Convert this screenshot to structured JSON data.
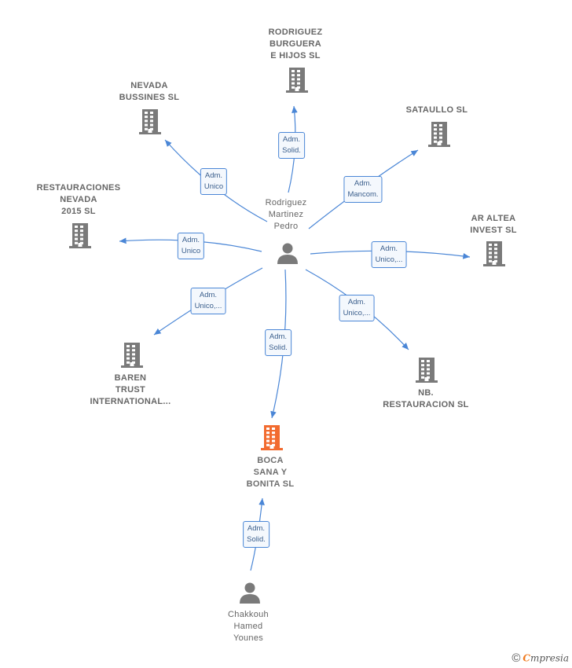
{
  "colors": {
    "edge": "#4a86d6",
    "company": "#7a7a7a",
    "company_focus": "#f26b2f",
    "person": "#7a7a7a"
  },
  "nodes": [
    {
      "id": "rodriguez-pedro",
      "type": "person",
      "lines": [
        "Rodriguez",
        "Martinez",
        "Pedro"
      ]
    },
    {
      "id": "rodriguez-burguera",
      "type": "company",
      "lines": [
        "RODRIGUEZ",
        "BURGUERA",
        "E HIJOS  SL"
      ]
    },
    {
      "id": "nevada-bussines",
      "type": "company",
      "lines": [
        "NEVADA",
        "BUSSINES SL"
      ]
    },
    {
      "id": "sataullo",
      "type": "company",
      "lines": [
        "SATAULLO SL"
      ]
    },
    {
      "id": "restauraciones-nevada",
      "type": "company",
      "lines": [
        "RESTAURACIONES",
        "NEVADA",
        "2015  SL"
      ]
    },
    {
      "id": "ar-altea",
      "type": "company",
      "lines": [
        "AR ALTEA",
        "INVEST  SL"
      ]
    },
    {
      "id": "baren-trust",
      "type": "company",
      "lines": [
        "BAREN",
        "TRUST",
        "INTERNATIONAL..."
      ]
    },
    {
      "id": "nb-restauracion",
      "type": "company",
      "lines": [
        "NB.",
        "RESTAURACION SL"
      ]
    },
    {
      "id": "boca-sana",
      "type": "company",
      "focus": true,
      "lines": [
        "BOCA",
        "SANA Y",
        "BONITA  SL"
      ]
    },
    {
      "id": "chakkouh",
      "type": "person",
      "lines": [
        "Chakkouh",
        "Hamed",
        "Younes"
      ]
    }
  ],
  "edges": [
    {
      "to": "rodriguez-burguera",
      "lines": [
        "Adm.",
        "Solid."
      ]
    },
    {
      "to": "nevada-bussines",
      "lines": [
        "Adm.",
        "Unico"
      ]
    },
    {
      "to": "sataullo",
      "lines": [
        "Adm.",
        "Mancom."
      ]
    },
    {
      "to": "restauraciones-nevada",
      "lines": [
        "Adm.",
        "Unico"
      ]
    },
    {
      "to": "ar-altea",
      "lines": [
        "Adm.",
        "Unico,..."
      ]
    },
    {
      "to": "baren-trust",
      "lines": [
        "Adm.",
        "Unico,..."
      ]
    },
    {
      "to": "nb-restauracion",
      "lines": [
        "Adm.",
        "Unico,..."
      ]
    },
    {
      "to": "boca-sana",
      "lines": [
        "Adm.",
        "Solid."
      ]
    },
    {
      "to": "boca-sana",
      "lines": [
        "Adm.",
        "Solid."
      ]
    }
  ],
  "footer": {
    "copyright": "©",
    "brand_first": "C",
    "brand_rest": "mpresia"
  }
}
